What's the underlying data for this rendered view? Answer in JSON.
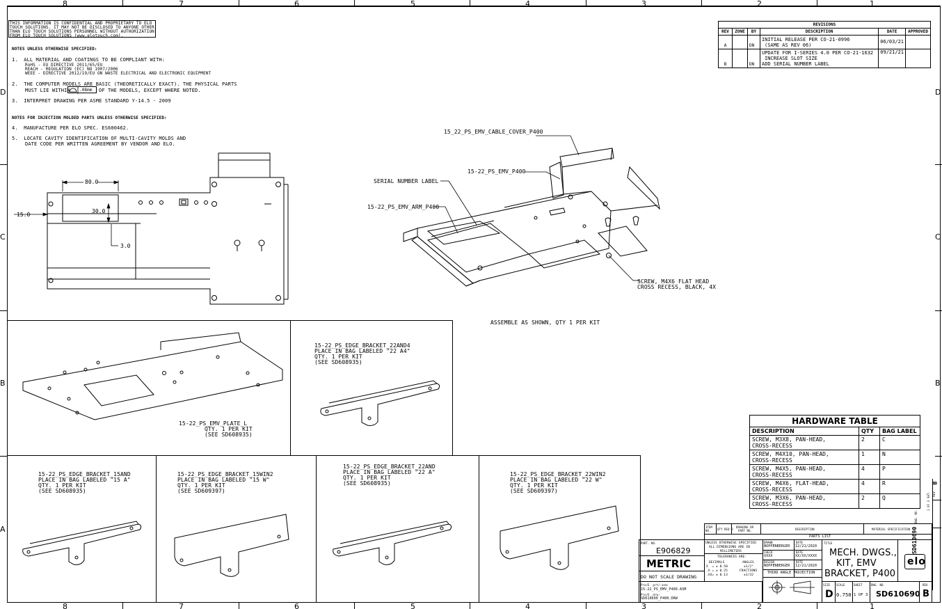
{
  "zones": {
    "columns": [
      "8",
      "7",
      "6",
      "5",
      "4",
      "3",
      "2",
      "1"
    ],
    "rows": [
      "D",
      "C",
      "B",
      "A"
    ]
  },
  "confidential": [
    "THIS INFORMATION IS CONFIDENTIAL AND PROPRIETARY TO ELO",
    "TOUCH SOLUTIONS. IT MAY NOT BE DISCLOSED TO ANYONE OTHER",
    "THAN ELO TOUCH SOLUTIONS PERSONNEL WITHOUT AUTHORIZATION",
    "FROM ELO TOUCH SOLUTIONS (www.elotouch.com)."
  ],
  "notes": {
    "heading1": "NOTES UNLESS OTHERWISE SPECIFIED:",
    "n1": "1.  ALL MATERIAL AND COATINGS TO BE COMPLIANT WITH:",
    "n1a": "RoHS - EU DIRECTIVE 2011/65/EU",
    "n1b": "REACH - REGULATION (EC) NO 1907/2006",
    "n1c": "WEEE - DIRECTIVE 2012/19/EU ON WASTE ELECTRICAL AND ELECTRONIC EQUIPMENT",
    "n2": "2.  THE COMPUTER MODELS ARE BASIC (THEORETICALLY EXACT). THE PHYSICAL PARTS",
    "n2a_pre": "MUST LIE WITHIN",
    "n2a_tol": ".08mm",
    "n2a_post": "OF THE MODELS, EXCEPT WHERE NOTED.",
    "n3": "3.  INTERPRET DRAWING PER ASME STANDARD Y-14.5 - 2009",
    "heading2": "NOTES FOR INJECTION MOLDED PARTS UNLESS OTHERWISE SPECIFIED:",
    "n4": "4.  MANUFACTURE PER ELO SPEC. ES600462.",
    "n5": "5.  LOCATE CAVITY IDENTIFICATION OF MULTI-CAVITY MOLDS AND",
    "n5a": "DATE CODE PER WRITTEN AGREEMENT BY VENDOR AND ELO."
  },
  "revisions": {
    "title": "REVISIONS",
    "headers": [
      "REV",
      "ZONE",
      "BY",
      "DESCRIPTION",
      "DATE",
      "APPROVED"
    ],
    "rows": [
      {
        "rev": "A",
        "zone": "",
        "by": "DN",
        "desc1": "INITIAL RELEASE PER CO-21-0996",
        "desc2": "(SAME AS REV 06)",
        "desc3": "",
        "date": "06/03/21",
        "approved": ""
      },
      {
        "rev": "B",
        "zone": "",
        "by": "DN",
        "desc1": "UPDATE FOR I-SERIES 4.0 PER CO-21-1632",
        "desc2": "INCREASE SLOT SIZE",
        "desc3": "ADD SERIAL NUMBER LABEL",
        "date": "09/21/21",
        "approved": ""
      }
    ]
  },
  "dims": {
    "d80": "80.0",
    "d30": "30.0",
    "d15": "15.0",
    "d3": "3.0"
  },
  "callouts": {
    "cable_cover": "15_22_PS_EMV_CABLE_COVER_P400",
    "emv": "15-22_PS_EMV_P400",
    "serial": "SERIAL NUMBER LABEL",
    "arm": "15-22_PS_EMV_ARM_P400",
    "screw1": "SCREW, M4X6 FLAT HEAD",
    "screw2": "CROSS RECESS, BLACK, 4X",
    "assemble": "ASSEMBLE AS SHOWN, QTY 1 PER KIT"
  },
  "parts": {
    "plate": {
      "l1": "15-22_PS_EMV_PLATE_L",
      "l2": "QTY. 1 PER KIT",
      "l3": "(SEE SD608935)"
    },
    "b22and4": {
      "l1": "15-22_PS_EDGE_BRACKET_22AND4",
      "l2": "PLACE IN BAG LABELED \"22 A4\"",
      "l3": "QTY. 1 PER KIT",
      "l4": "(SEE SD608935)"
    },
    "b15and": {
      "l1": "15-22_PS_EDGE_BRACKET_15AND",
      "l2": "PLACE IN BAG LABELED \"15 A\"",
      "l3": "QTY. 1 PER KIT",
      "l4": "(SEE SD608935)"
    },
    "b15win2": {
      "l1": "15-22_PS_EDGE_BRACKET_15WIN2",
      "l2": "PLACE IN BAG LABELED \"15 W\"",
      "l3": "QTY. 1 PER KIT",
      "l4": "(SEE SD609397)"
    },
    "b22and": {
      "l1": "15-22_PS_EDGE_BRACKET_22AND",
      "l2": "PLACE IN BAG LABELED \"22 A\"",
      "l3": "QTY. 1 PER KIT",
      "l4": "(SEE SD608935)"
    },
    "b22win2": {
      "l1": "15-22_PS_EDGE_BRACKET_22WIN2",
      "l2": "PLACE IN BAG LABELED \"22 W\"",
      "l3": "QTY. 1 PER KIT",
      "l4": "(SEE SD609397)"
    }
  },
  "hardware": {
    "title": "HARDWARE TABLE",
    "headers": [
      "DESCRIPTION",
      "QTY",
      "BAG LABEL"
    ],
    "rows": [
      {
        "d1": "SCREW, M3X8, PAN-HEAD,",
        "d2": "CROSS-RECESS",
        "qty": "2",
        "bag": "C"
      },
      {
        "d1": "SCREW, M4X10, PAN-HEAD,",
        "d2": "CROSS-RECESS",
        "qty": "1",
        "bag": "N"
      },
      {
        "d1": "SCREW, M4X5, PAN-HEAD,",
        "d2": "CROSS-RECESS",
        "qty": "4",
        "bag": "P"
      },
      {
        "d1": "SCREW, M4X6, FLAT-HEAD,",
        "d2": "CROSS-RECESS",
        "qty": "4",
        "bag": "R"
      },
      {
        "d1": "SCREW, M3X6, PAN-HEAD,",
        "d2": "CROSS-RECESS",
        "qty": "2",
        "bag": "Q"
      }
    ]
  },
  "titleblock": {
    "item_no": "ITEM NO.",
    "qty_reqd": "QTY REQ'D",
    "drawing_or": "DRAWING OR",
    "part_no": "PART NO.",
    "description": "DESCRIPTION",
    "material": "MATERIAL SPECIFICATION",
    "parts_list": "PARTS LIST",
    "part_no_label": "PART. NO.",
    "part_no_value": "E906829",
    "metric": "METRIC",
    "dnscale": "DO NOT SCALE DRAWING",
    "unless1": "UNLESS OTHERWISE SPECIFIED",
    "unless2": "ALL DIMENSIONS ARE IN",
    "unless3": "MILLIMETERS",
    "tol": "TOLERANCES ARE:",
    "decimals": "DECIMALS",
    "angles": "ANGLES",
    "tx": "X  = ± 0.50",
    "txx": ".X = ± 0.25",
    "txxx": ".XX= ± 0.13",
    "ang": "±1/2°",
    "fractions": "FRACTIONS",
    "frac": "±1/32",
    "proe_part": "Pro/E .prt/.asm:",
    "proe_part_v": "15-22_PS_EMV_P400.ASM",
    "proe_drw": "Pro/E .drw:",
    "proe_drw_v": "SD610690_P400.DRW",
    "drawn": "DRAWN",
    "drawn_by": "NOPPENBERGER",
    "drawn_date_l": "DATE",
    "drawn_date": "12/21/2020",
    "check": "CHECK",
    "check_by": "XXXX",
    "check_date_l": "DATE",
    "check_date": "XX/XX/XXXX",
    "design": "DESIGN",
    "design_by": "NOPPENBERGER",
    "design_date_l": "DATE",
    "design_date": "12/21/2020",
    "third_angle": "THIRD ANGLE PROJECTION",
    "title_l": "TITLE",
    "title1": "MECH. DWGS.,",
    "title2": "KIT, EMV",
    "title3": "BRACKET, P400",
    "size_l": "SIZE",
    "size": "D",
    "scale_l": "SCALE",
    "scale": "0.750",
    "sheet_l": "SHEET",
    "sheet": "1 OF 3",
    "dwg_l": "DWG. NO.",
    "dwg": "SD610690",
    "rev_l": "REV",
    "rev": "B",
    "logo": "elo"
  },
  "side_strip": {
    "dwg_no": "SD610690",
    "dwg_l": "DWG. NO.",
    "sheet": "1 OF 3",
    "sheet_l": "SHT.",
    "rev": "B",
    "rev_l": "REV"
  }
}
